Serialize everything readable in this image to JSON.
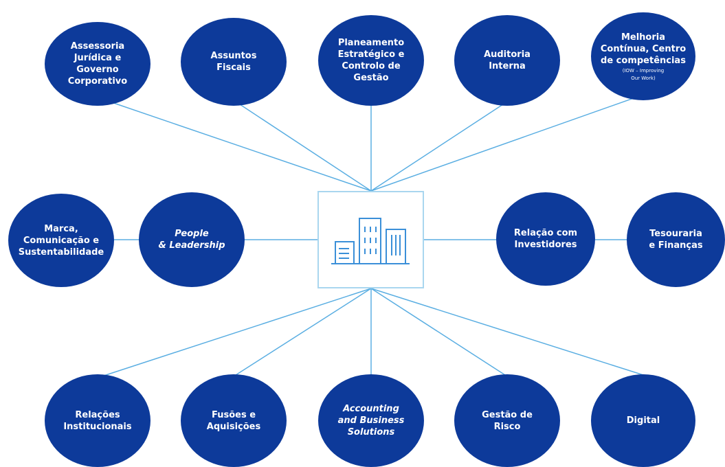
{
  "colors": {
    "node_fill": "#0d3a9a",
    "line": "#5aaee2",
    "center_border": "#a9d6ef",
    "icon": "#3a8fd8"
  },
  "center": {
    "icon": "office-buildings-icon"
  },
  "nodes": {
    "assessoria": {
      "lines": [
        "Assessoria",
        "Jurídica e",
        "Governo",
        "Corporativo"
      ]
    },
    "assuntos_fiscais": {
      "lines": [
        "Assuntos",
        "Fiscais"
      ]
    },
    "planeamento": {
      "lines": [
        "Planeamento",
        "Estratégico e",
        "Controlo de",
        "Gestão"
      ]
    },
    "auditoria": {
      "lines": [
        "Auditoria",
        "Interna"
      ]
    },
    "melhoria": {
      "lines": [
        "Melhoria",
        "Contínua, Centro",
        "de competências"
      ],
      "note": [
        "(IOW – Improving",
        "Our Work)"
      ]
    },
    "marca": {
      "lines": [
        "Marca,",
        "Comunicação e",
        "Sustentabilidade"
      ]
    },
    "people": {
      "lines": [
        "People",
        "& Leadership"
      ]
    },
    "relacao_investidores": {
      "lines": [
        "Relação com",
        "Investidores"
      ]
    },
    "tesouraria": {
      "lines": [
        "Tesouraria",
        "e Finanças"
      ]
    },
    "relacoes_institucionais": {
      "lines": [
        "Relações",
        "Institucionais"
      ]
    },
    "fusoes": {
      "lines": [
        "Fusões e",
        "Aquisições"
      ]
    },
    "accounting": {
      "lines": [
        "Accounting",
        "and Business",
        "Solutions"
      ]
    },
    "gestao_risco": {
      "lines": [
        "Gestão de",
        "Risco"
      ]
    },
    "digital": {
      "lines": [
        "Digital"
      ]
    }
  }
}
